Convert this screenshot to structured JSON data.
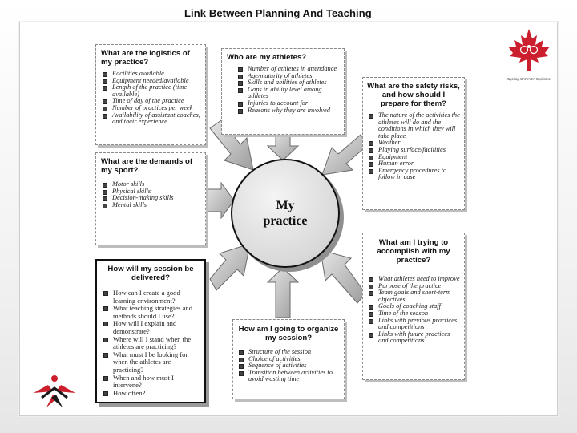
{
  "title": "Link Between Planning And Teaching",
  "logo_caption": "Cycling CANADA Cyclisme",
  "center": {
    "text": "My\npractice"
  },
  "boxes": {
    "logistics": {
      "heading": "What are the logistics of my practice?",
      "items": [
        "Facilities available",
        "Equipment needed/available",
        "Length of the practice (time available)",
        "Time of day of the practice",
        "Number of practices per week",
        "Availability of assistant coaches, and their experience"
      ]
    },
    "athletes": {
      "heading": "Who are my athletes?",
      "items": [
        "Number of athletes in attendance",
        "Age/maturity of athletes",
        "Skills and abilities of athletes",
        "Gaps in ability level among athletes",
        "Injuries to account for",
        "Reasons why they are involved"
      ]
    },
    "safety": {
      "heading": "What are the safety risks, and how should I prepare for them?",
      "items": [
        "The nature of the activities the athletes will do and the conditions in which they will take place",
        "Weather",
        "Playing surface/facilities",
        "Equipment",
        "Human error",
        "Emergency procedures to follow in case"
      ]
    },
    "demands": {
      "heading": "What are the demands of my sport?",
      "items": [
        "Motor skills",
        "Physical skills",
        "Decision-making skills",
        "Mental skills"
      ]
    },
    "accomplish": {
      "heading": "What am I trying to accomplish with my practice?",
      "items": [
        "What athletes need to improve",
        "Purpose of the practice",
        "Team goals and short-term objectives",
        "Goals of coaching staff",
        "Time of the season",
        "Links with previous practices and competitions",
        "Links with future practices and competitions"
      ]
    },
    "delivered": {
      "heading": "How will my session be delivered?",
      "items": [
        "How can I create a good learning environment?",
        "What teaching strategies and methods should I use?",
        "How will I explain and demonstrate?",
        "Where will I stand when the athletes are practicing?",
        "What must I be looking for when the athletes are practicing?",
        "When and how must I intervene?",
        "How often?"
      ]
    },
    "organize": {
      "heading": "How am I going to organize my session?",
      "items": [
        "Structure of the session",
        "Choice of activities",
        "Sequence of activities",
        "Transition between activities to avoid wasting time"
      ]
    }
  },
  "colors": {
    "logo_red": "#cc1f2d",
    "arrow_fill": "#b5b5b5",
    "arrow_stroke": "#6a6a6a"
  },
  "icons": [
    "maple-leaf-icon",
    "ncc-logo-icon",
    "bullet-square-icon",
    "arrow-icon"
  ]
}
